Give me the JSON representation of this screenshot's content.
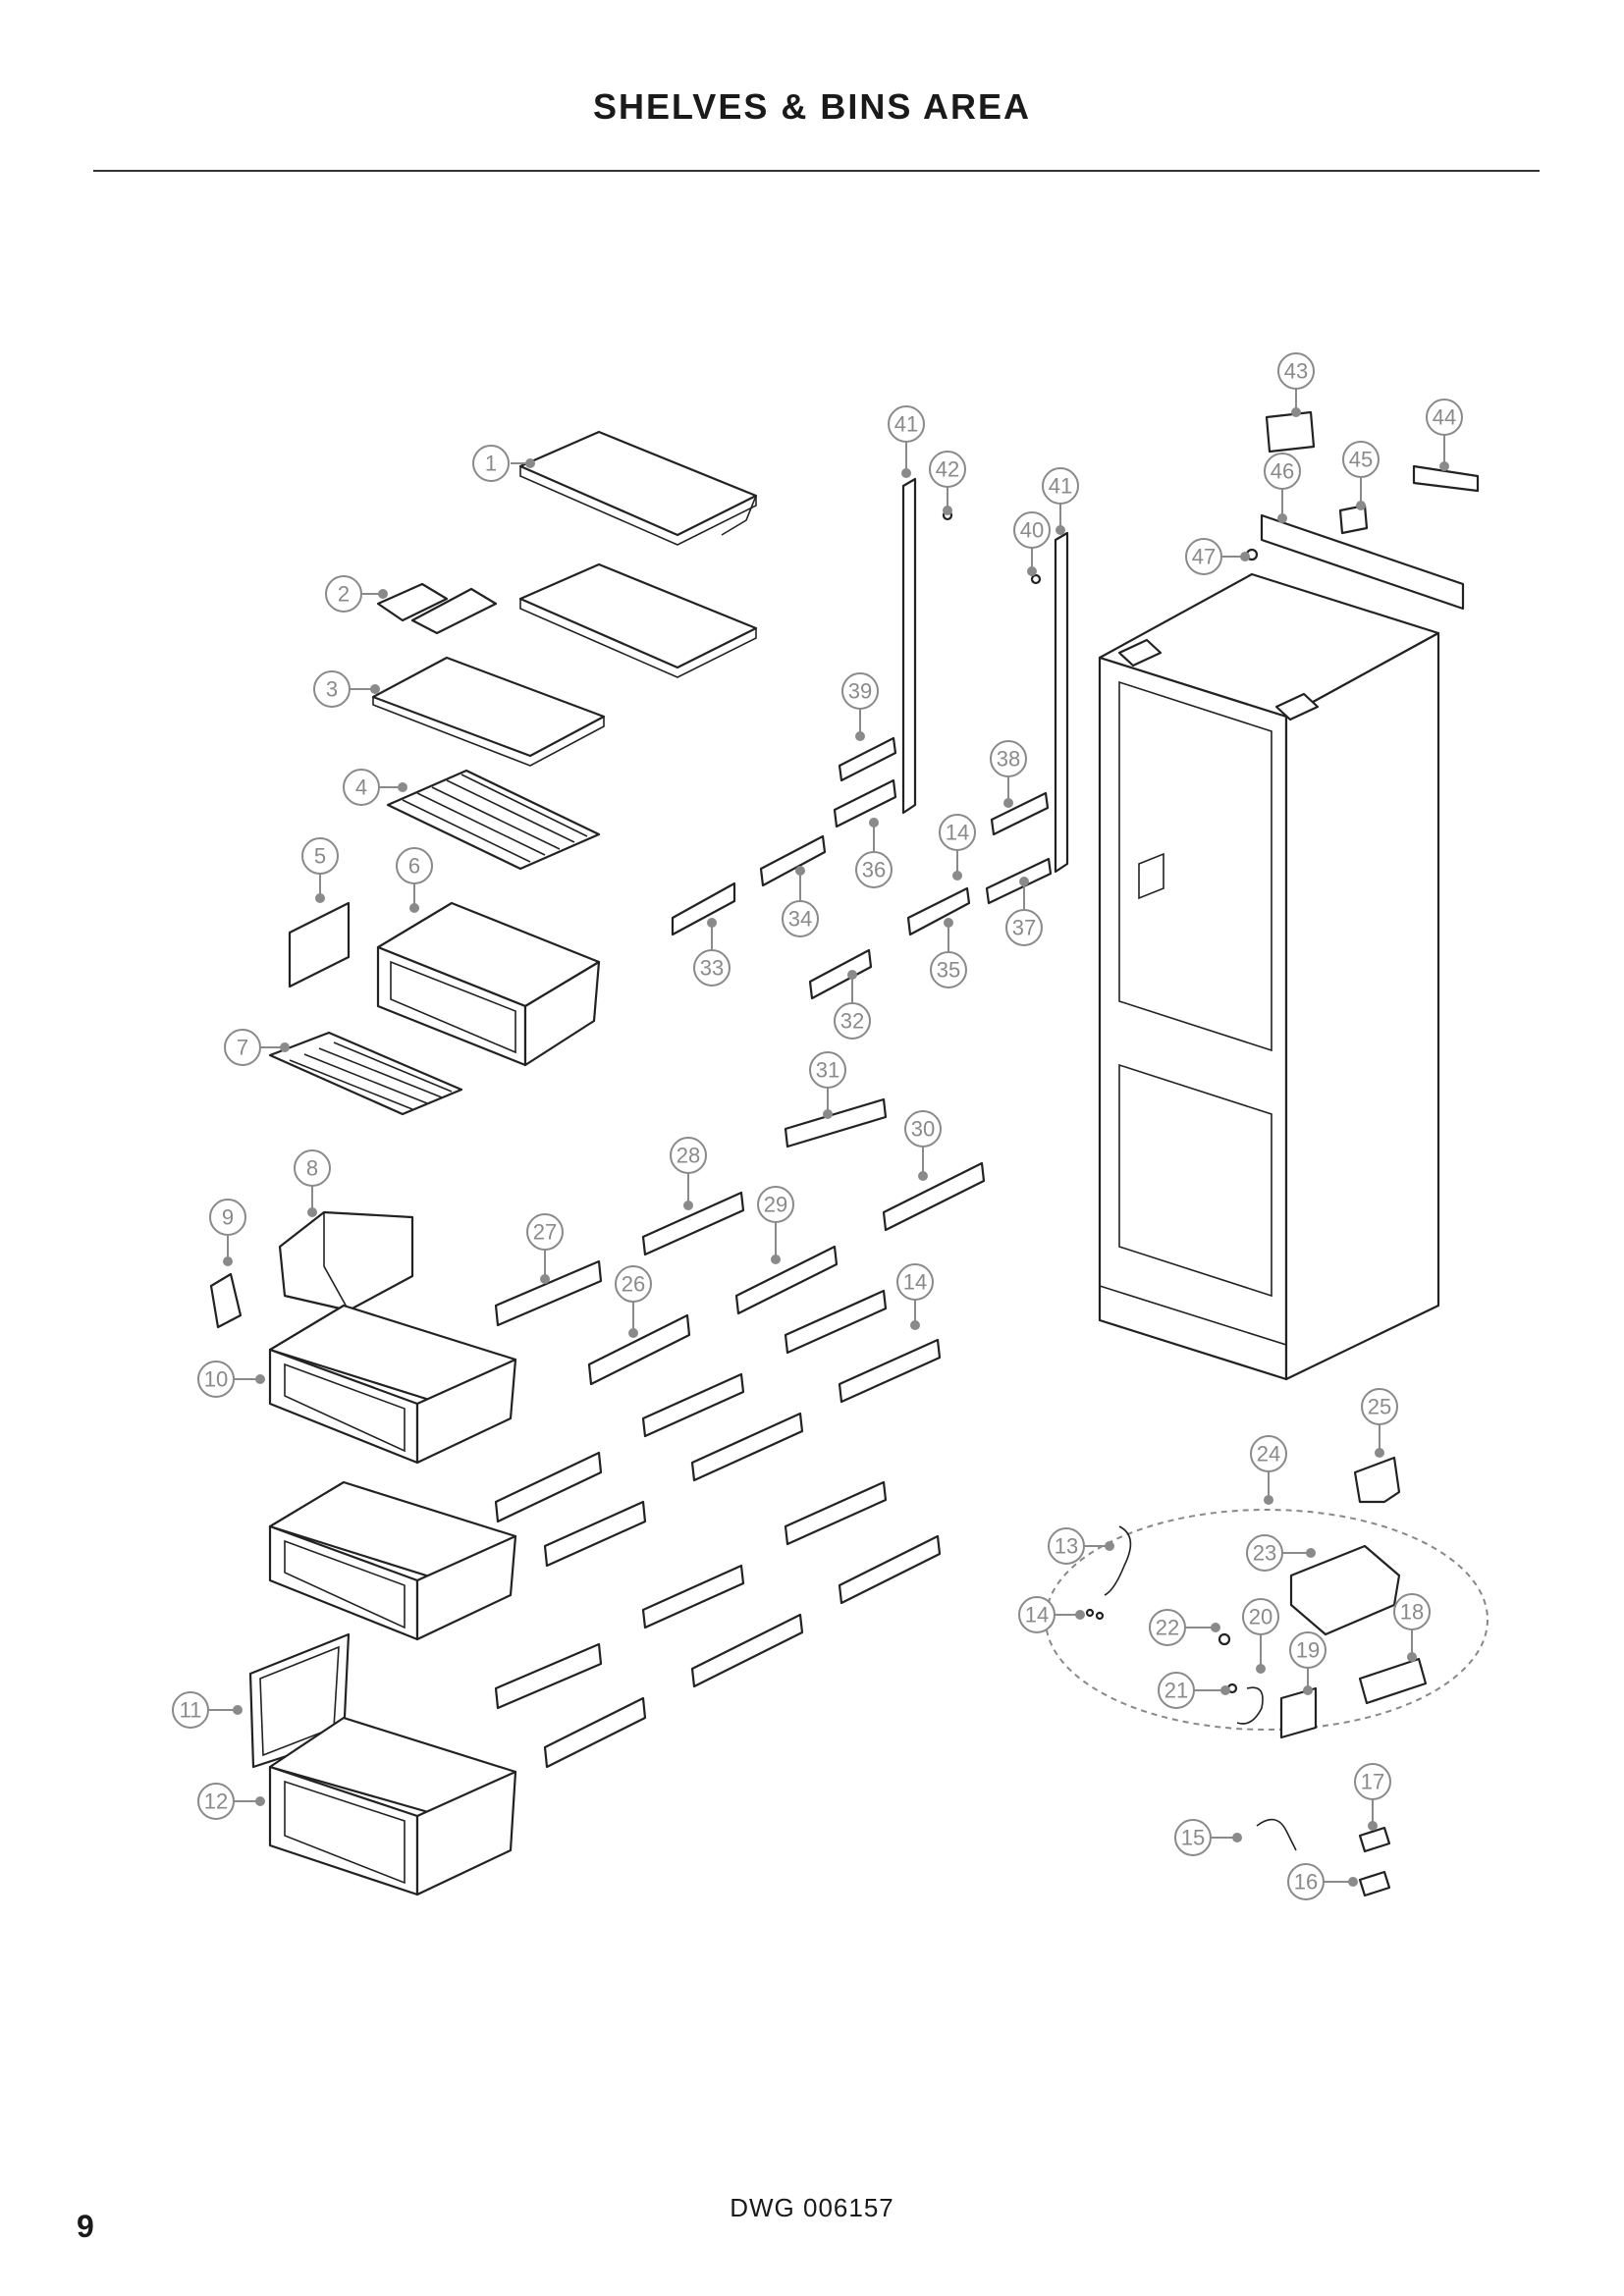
{
  "header": {
    "title": "SHELVES & BINS AREA"
  },
  "footer": {
    "drawing_ref": "DWG 006157",
    "page_number": "9"
  },
  "callouts": {
    "c1": "1",
    "c2": "2",
    "c3": "3",
    "c4": "4",
    "c5": "5",
    "c6": "6",
    "c7": "7",
    "c8": "8",
    "c9": "9",
    "c10": "10",
    "c11": "11",
    "c12": "12",
    "c13": "13",
    "c14a": "14",
    "c14b": "14",
    "c14c": "14",
    "c15": "15",
    "c16": "16",
    "c17": "17",
    "c18": "18",
    "c19": "19",
    "c20": "20",
    "c21": "21",
    "c22": "22",
    "c23": "23",
    "c24": "24",
    "c25": "25",
    "c26": "26",
    "c27": "27",
    "c28": "28",
    "c29": "29",
    "c30": "30",
    "c31": "31",
    "c32": "32",
    "c33": "33",
    "c34": "34",
    "c35": "35",
    "c36": "36",
    "c37": "37",
    "c38": "38",
    "c39": "39",
    "c40": "40",
    "c41a": "41",
    "c41b": "41",
    "c42": "42",
    "c43": "43",
    "c44": "44",
    "c45": "45",
    "c46": "46",
    "c47": "47"
  },
  "colors": {
    "line": "#222222",
    "callout": "#8a8a8a",
    "background": "#ffffff"
  }
}
